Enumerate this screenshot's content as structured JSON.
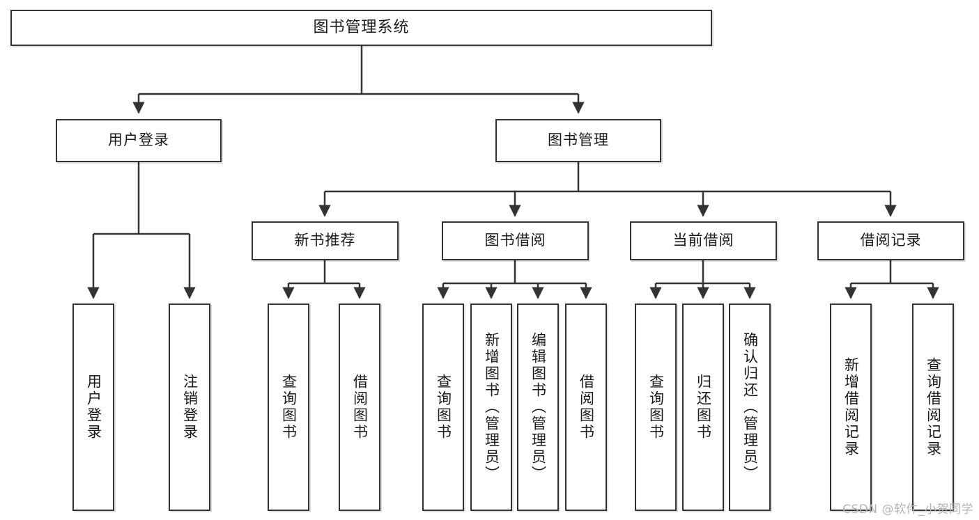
{
  "diagram": {
    "title": "图书管理系统",
    "type": "tree-hierarchy",
    "watermark": "CSDN @软件_小贺同学",
    "colors": {
      "box_border": "#333333",
      "box_fill": "#ffffff",
      "edge": "#333333",
      "text": "#1a1a1a",
      "watermark": "#b4b4b4",
      "background": "#ffffff"
    },
    "root": {
      "label": "图书管理系统"
    },
    "level1": [
      {
        "label": "用户登录"
      },
      {
        "label": "图书管理"
      }
    ],
    "level2": [
      {
        "label": "新书推荐"
      },
      {
        "label": "图书借阅"
      },
      {
        "label": "当前借阅"
      },
      {
        "label": "借阅记录"
      }
    ],
    "leaves": {
      "user_login": [
        {
          "label": "用户登录"
        },
        {
          "label": "注销登录"
        }
      ],
      "new_book_recommend": [
        {
          "label": "查询图书"
        },
        {
          "label": "借阅图书"
        }
      ],
      "book_borrow": [
        {
          "label": "查询图书"
        },
        {
          "label": "新增图书（管理员）"
        },
        {
          "label": "编辑图书（管理员）"
        },
        {
          "label": "借阅图书"
        }
      ],
      "current_borrow": [
        {
          "label": "查询图书"
        },
        {
          "label": "归还图书"
        },
        {
          "label": "确认归还（管理员）"
        }
      ],
      "borrow_record": [
        {
          "label": "新增借阅记录"
        },
        {
          "label": "查询借阅记录"
        }
      ]
    }
  }
}
